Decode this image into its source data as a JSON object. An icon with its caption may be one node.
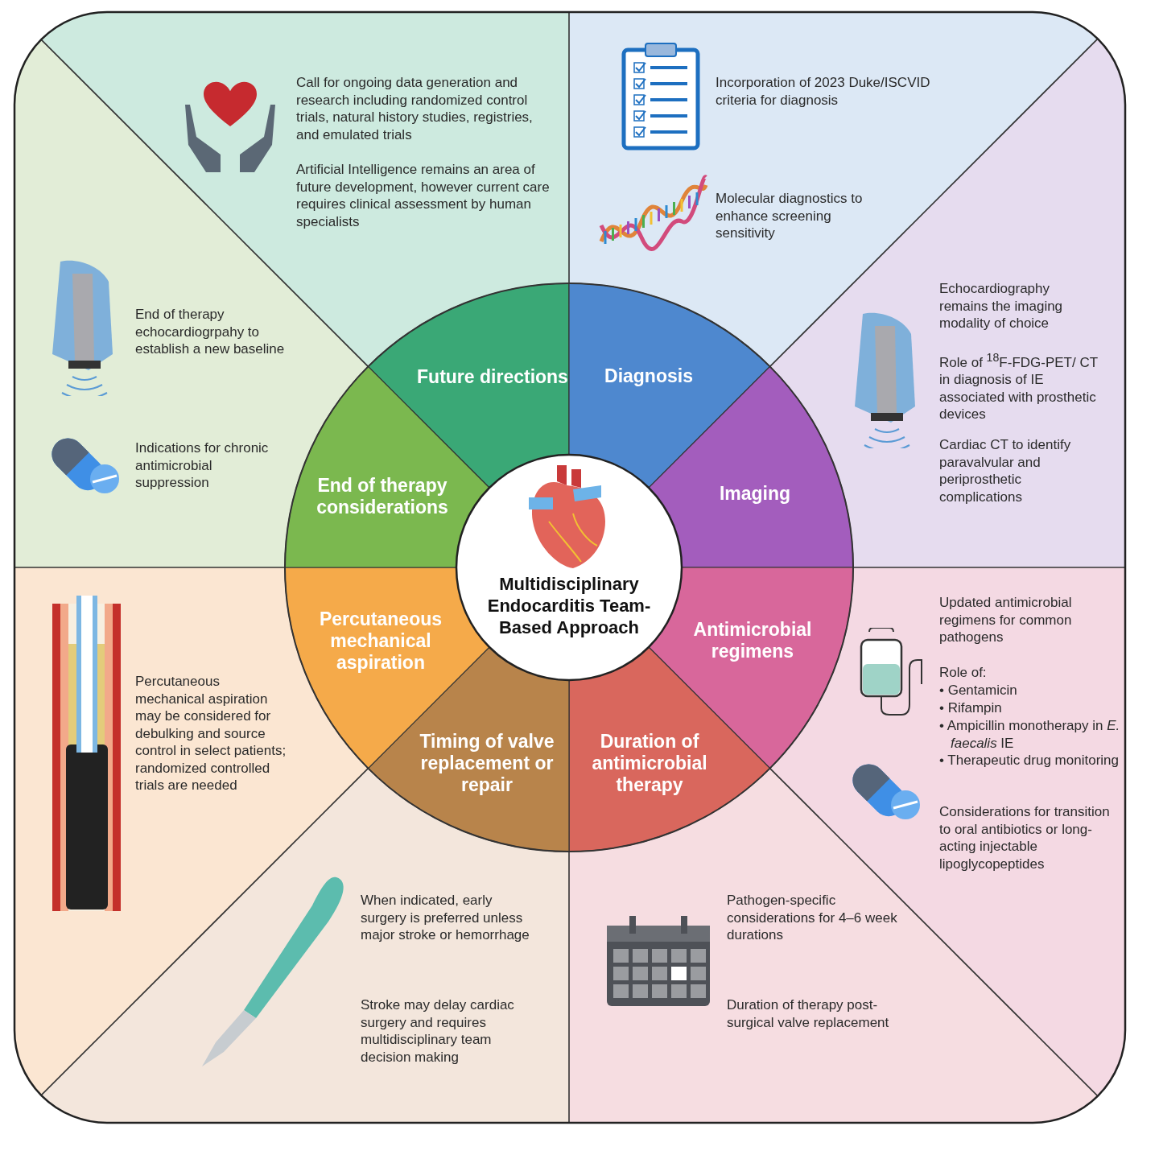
{
  "diagram": {
    "nodes": [
      {
        "text": [
          "Multidisciplinary Endocarditis Team-Based Approach"
        ]
      },
      {
        "text": [
          "Future directions"
        ]
      },
      {
        "text": [
          "Diagnosis"
        ]
      },
      {
        "text": [
          "Imaging"
        ]
      },
      {
        "text": [
          "Antimicrobial regimens"
        ]
      },
      {
        "text": [
          "Duration of antimicrobial therapy"
        ]
      },
      {
        "text": [
          "Timing of valve replacement or repair"
        ]
      },
      {
        "text": [
          "Percutaneous mechanical aspiration"
        ]
      },
      {
        "text": [
          "End of therapy considerations"
        ]
      },
      {
        "text": [
          "Call for ongoing data generation and research including randomized control trials, natural history studies, registries, and emulated trials",
          "Artificial Intelligence remains an area of future development, however current care requires clinical assessment by human specialists"
        ]
      },
      {
        "text": [
          "Incorporation of 2023 Duke/ISCVID criteria for diagnosis",
          "Molecular diagnostics to enhance screening sensitivity"
        ]
      },
      {
        "text": [
          "End of therapy echocardiogrpahy to establish a new baseline",
          "Indications for chronic antimicrobial suppression"
        ]
      },
      {
        "text": [
          "Echocardiography remains the imaging modality of choice",
          "Role of $^{18}$F-FDG-PET/ CT in diagnosis of IE associated with prosthetic devices",
          "Cardiac CT to identify paravalvular and periprosthetic complications"
        ]
      },
      {
        "text": [
          "Percutaneous mechanical aspiration may be considered for debulking and source control in select patients; randomized controlled trials are needed"
        ]
      },
      {
        "text": [
          "Updated antimicrobial regimens for common pathogens",
          "Role of:",
          "• Gentamicin",
          "• Rifampin",
          "• Ampicillin monotherapy in *E. faecalis* IE",
          "• Therapeutic drug monitoring",
          "Considerations for transition to oral antibiotics or long-acting injectable lipoglycopeptides"
        ]
      },
      {
        "text": [
          "When indicated, early surgery is preferred unless major stroke or hemorrhage",
          "Stroke may delay cardiac surgery and requires multidisciplinary team decision making"
        ]
      },
      {
        "text": [
          "Pathogen-specific considerations for 4–6 week durations",
          "Duration of therapy post-surgical valve replacement"
        ]
      }
    ]
  }
}
